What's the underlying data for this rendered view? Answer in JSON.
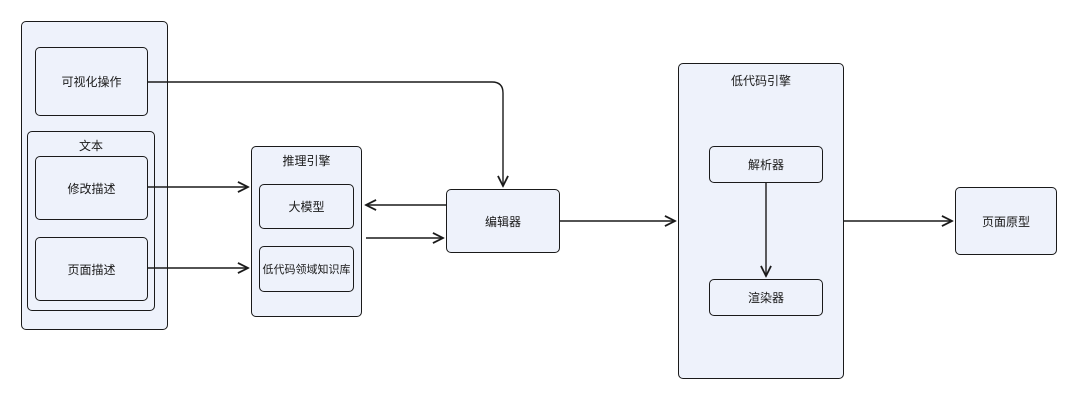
{
  "input_group": {
    "visual_op": "可视化操作",
    "text_group": {
      "title": "文本",
      "modify_desc": "修改描述",
      "page_desc": "页面描述"
    }
  },
  "reasoning_engine": {
    "title": "推理引擎",
    "llm": "大模型",
    "knowledge_base": "低代码领域知识库"
  },
  "editor": {
    "label": "编辑器"
  },
  "lowcode_engine": {
    "title": "低代码引擎",
    "parser": "解析器",
    "renderer": "渲染器"
  },
  "page_prototype": {
    "label": "页面原型"
  }
}
